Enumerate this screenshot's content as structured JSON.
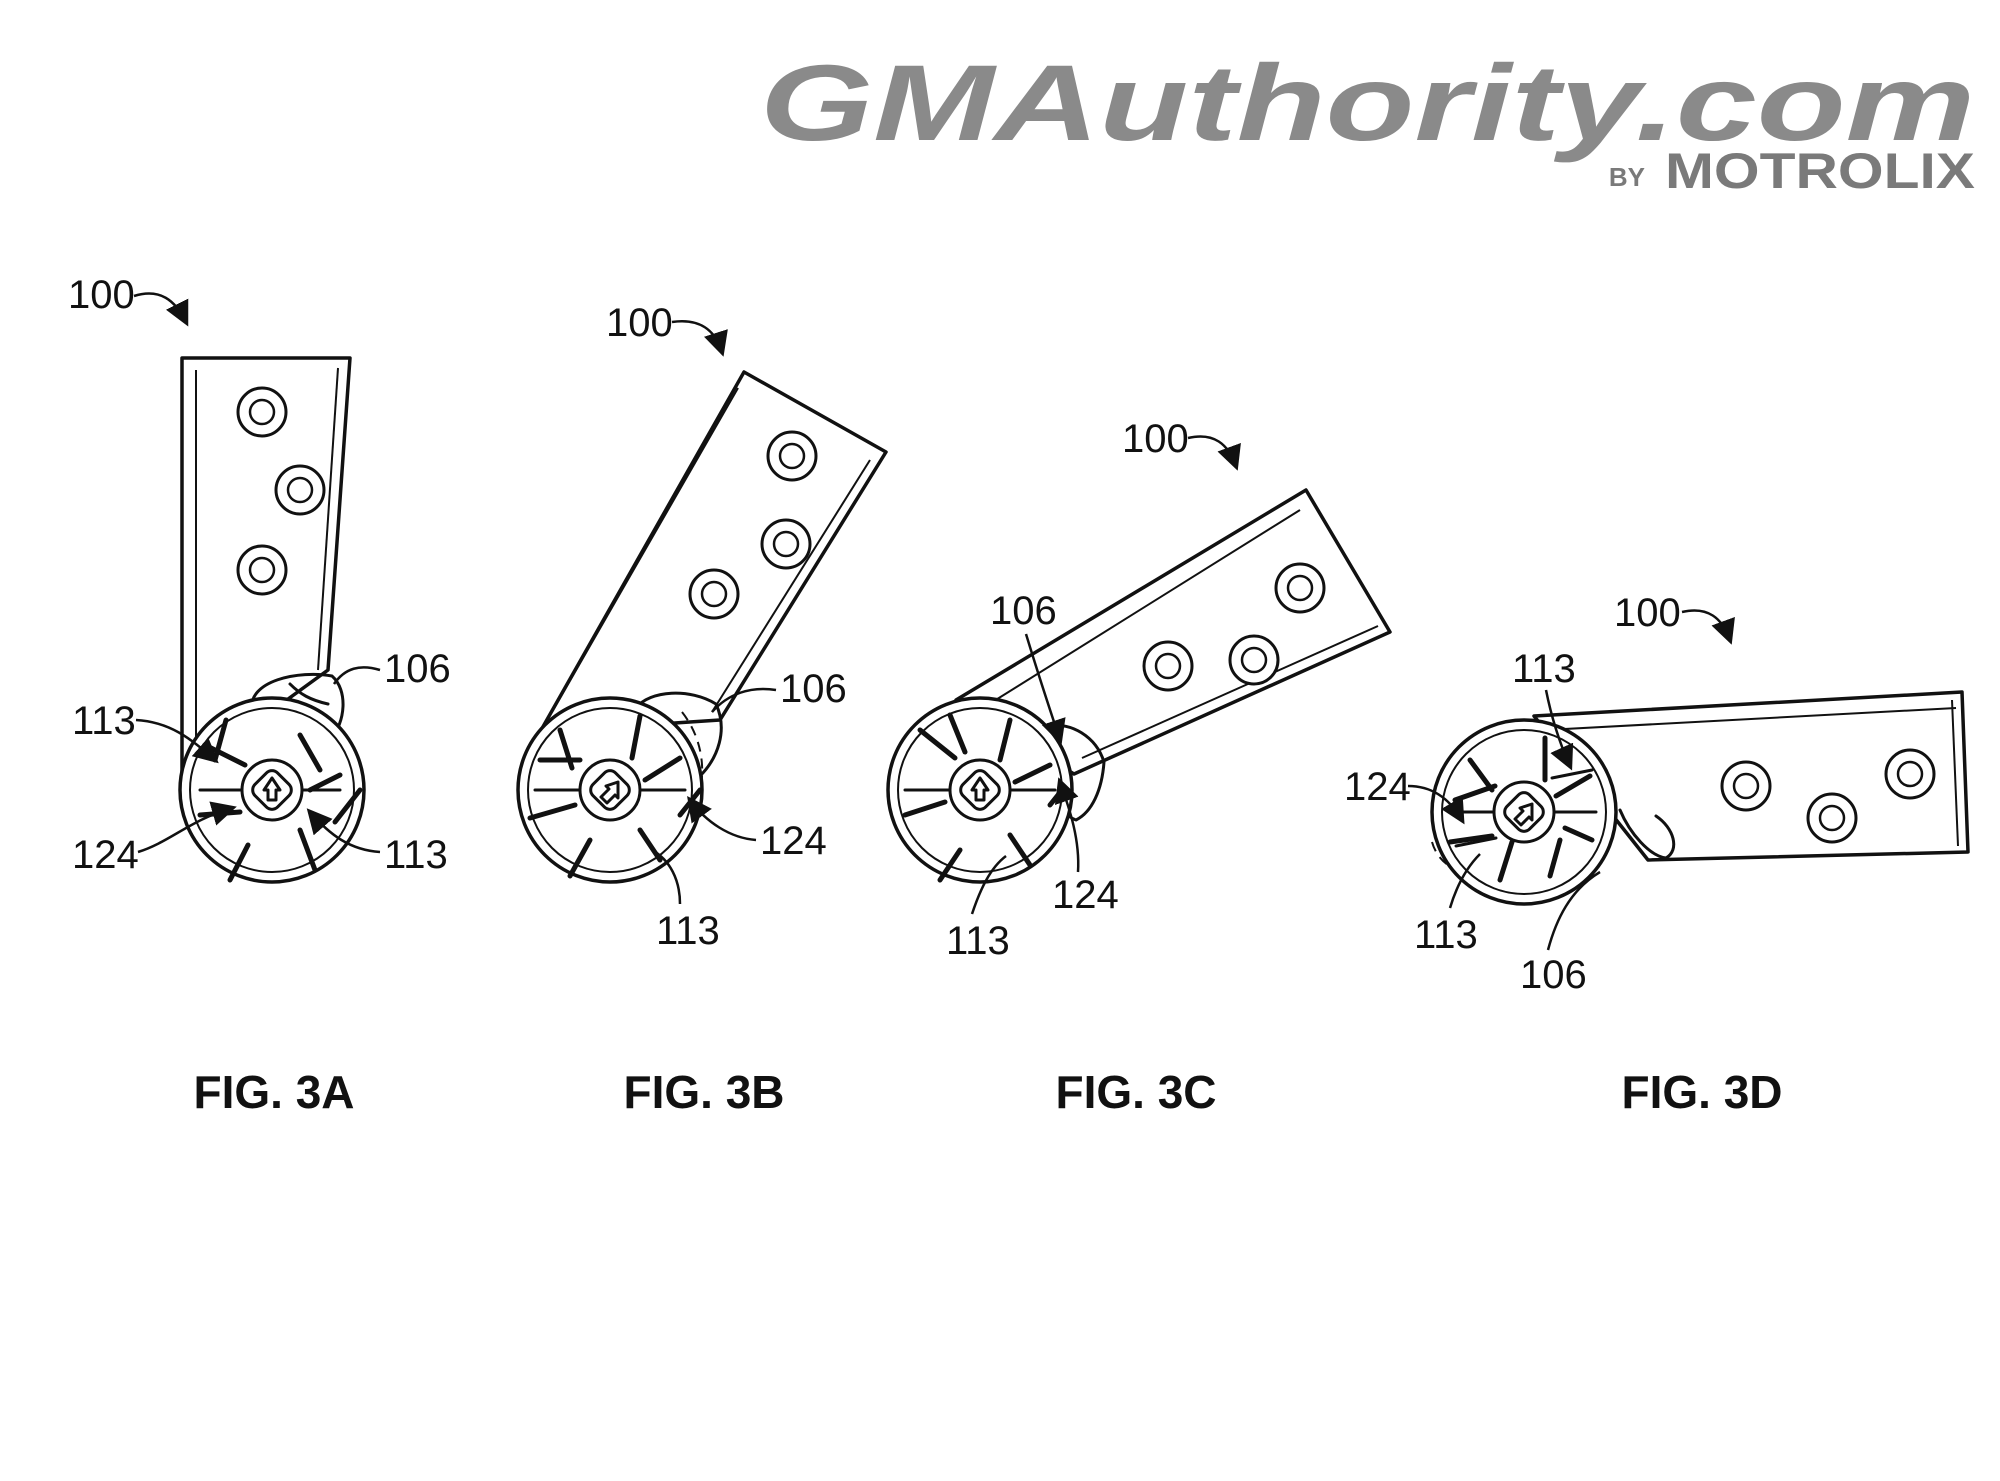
{
  "watermark": {
    "brand": "GMAuthority.com",
    "by": "BY",
    "publisher": "MOTROLIX",
    "color": "#8a8a8a"
  },
  "figures": [
    {
      "id": "fig-3a",
      "caption": "FIG. 3A",
      "assembly_ref": "100",
      "labels": [
        "106",
        "113",
        "124",
        "113"
      ]
    },
    {
      "id": "fig-3b",
      "caption": "FIG. 3B",
      "assembly_ref": "100",
      "labels": [
        "106",
        "124",
        "113"
      ]
    },
    {
      "id": "fig-3c",
      "caption": "FIG. 3C",
      "assembly_ref": "100",
      "labels": [
        "106",
        "124",
        "113"
      ]
    },
    {
      "id": "fig-3d",
      "caption": "FIG. 3D",
      "assembly_ref": "100",
      "labels": [
        "113",
        "124",
        "113",
        "106"
      ]
    }
  ]
}
